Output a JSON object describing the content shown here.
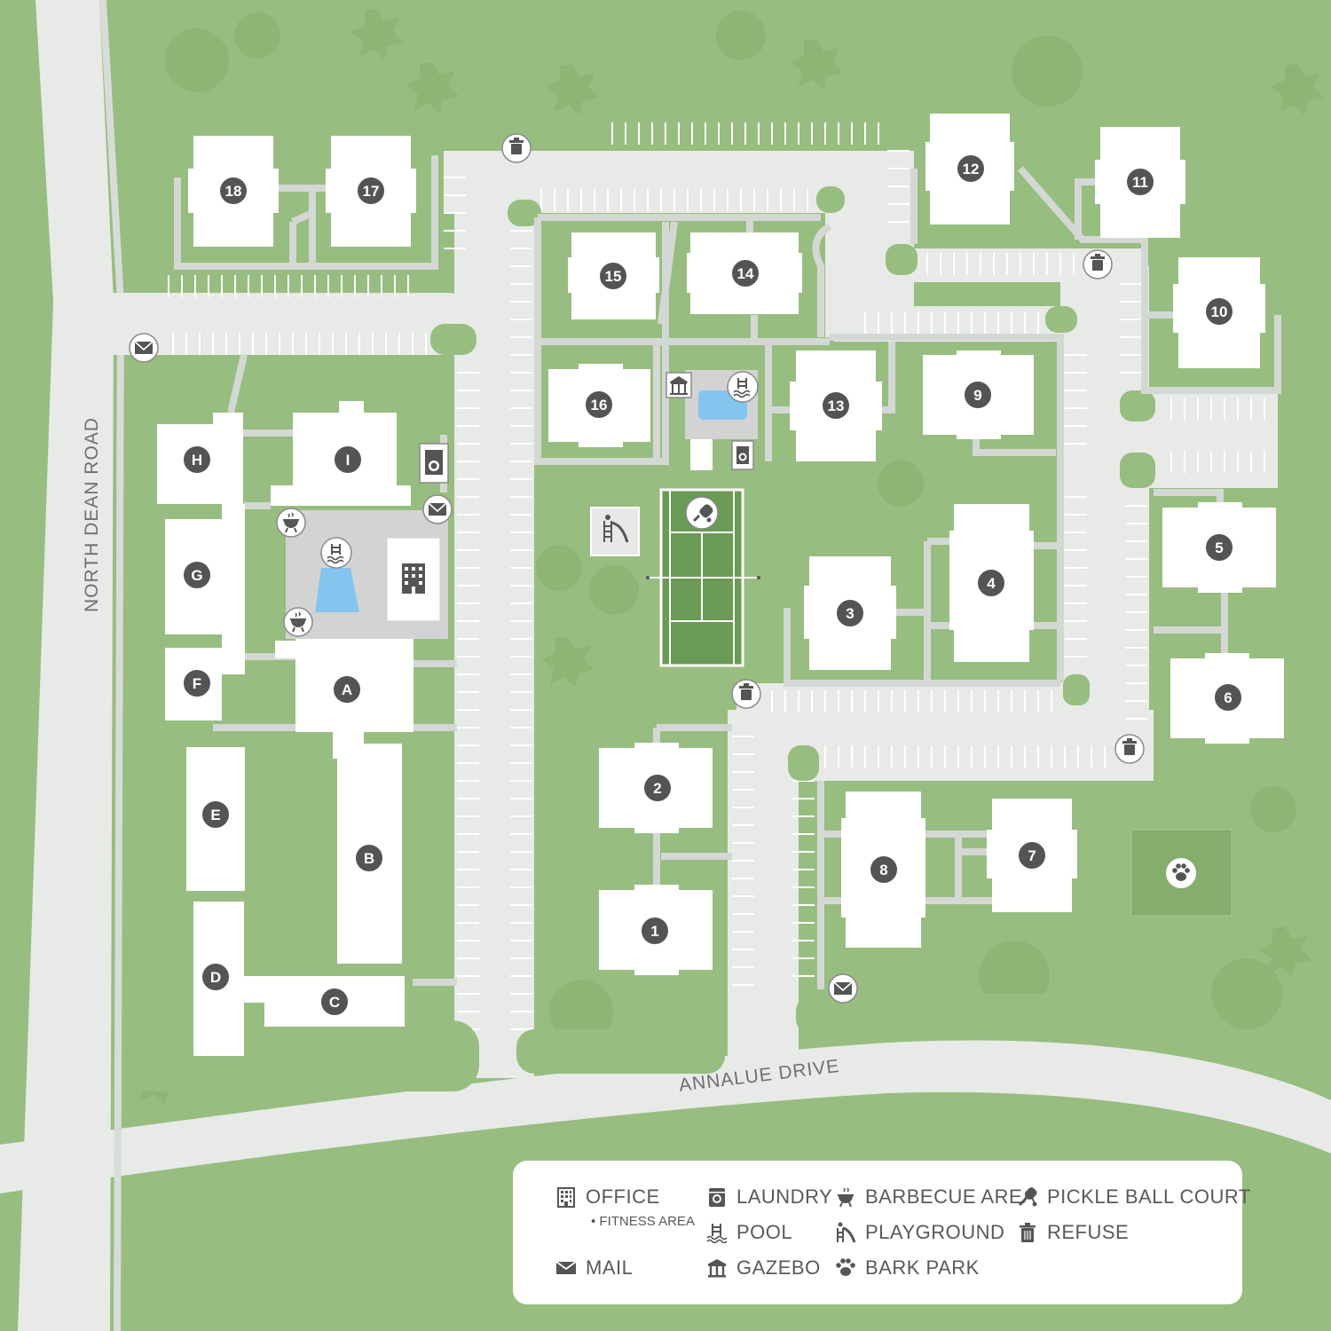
{
  "roads": {
    "north_dean_road": "NORTH DEAN ROAD",
    "annalue_drive": "ANNALUE DRIVE"
  },
  "buildings": {
    "b1": "1",
    "b2": "2",
    "b3": "3",
    "b4": "4",
    "b5": "5",
    "b6": "6",
    "b7": "7",
    "b8": "8",
    "b9": "9",
    "b10": "10",
    "b11": "11",
    "b12": "12",
    "b13": "13",
    "b14": "14",
    "b15": "15",
    "b16": "16",
    "b17": "17",
    "b18": "18",
    "bA": "A",
    "bB": "B",
    "bC": "C",
    "bD": "D",
    "bE": "E",
    "bF": "F",
    "bG": "G",
    "bH": "H",
    "bI": "I"
  },
  "legend": {
    "office": "OFFICE",
    "fitness": "• FITNESS AREA",
    "mail": "MAIL",
    "laundry": "LAUNDRY",
    "pool": "POOL",
    "gazebo": "GAZEBO",
    "barbecue": "BARBECUE AREA",
    "playground": "PLAYGROUND",
    "bark_park": "BARK PARK",
    "pickle_ball": "PICKLE BALL COURT",
    "refuse": "REFUSE"
  },
  "icons": [
    "office-icon",
    "mail-icon",
    "laundry-icon",
    "pool-icon",
    "gazebo-icon",
    "barbecue-icon",
    "playground-icon",
    "bark-park-icon",
    "pickle-ball-icon",
    "refuse-icon"
  ],
  "colors": {
    "grass": "#98bd80",
    "road": "#e7eae7",
    "building": "#ffffff",
    "marker": "#545454",
    "pool_water": "#84c5ef",
    "court": "#6a9a55"
  }
}
